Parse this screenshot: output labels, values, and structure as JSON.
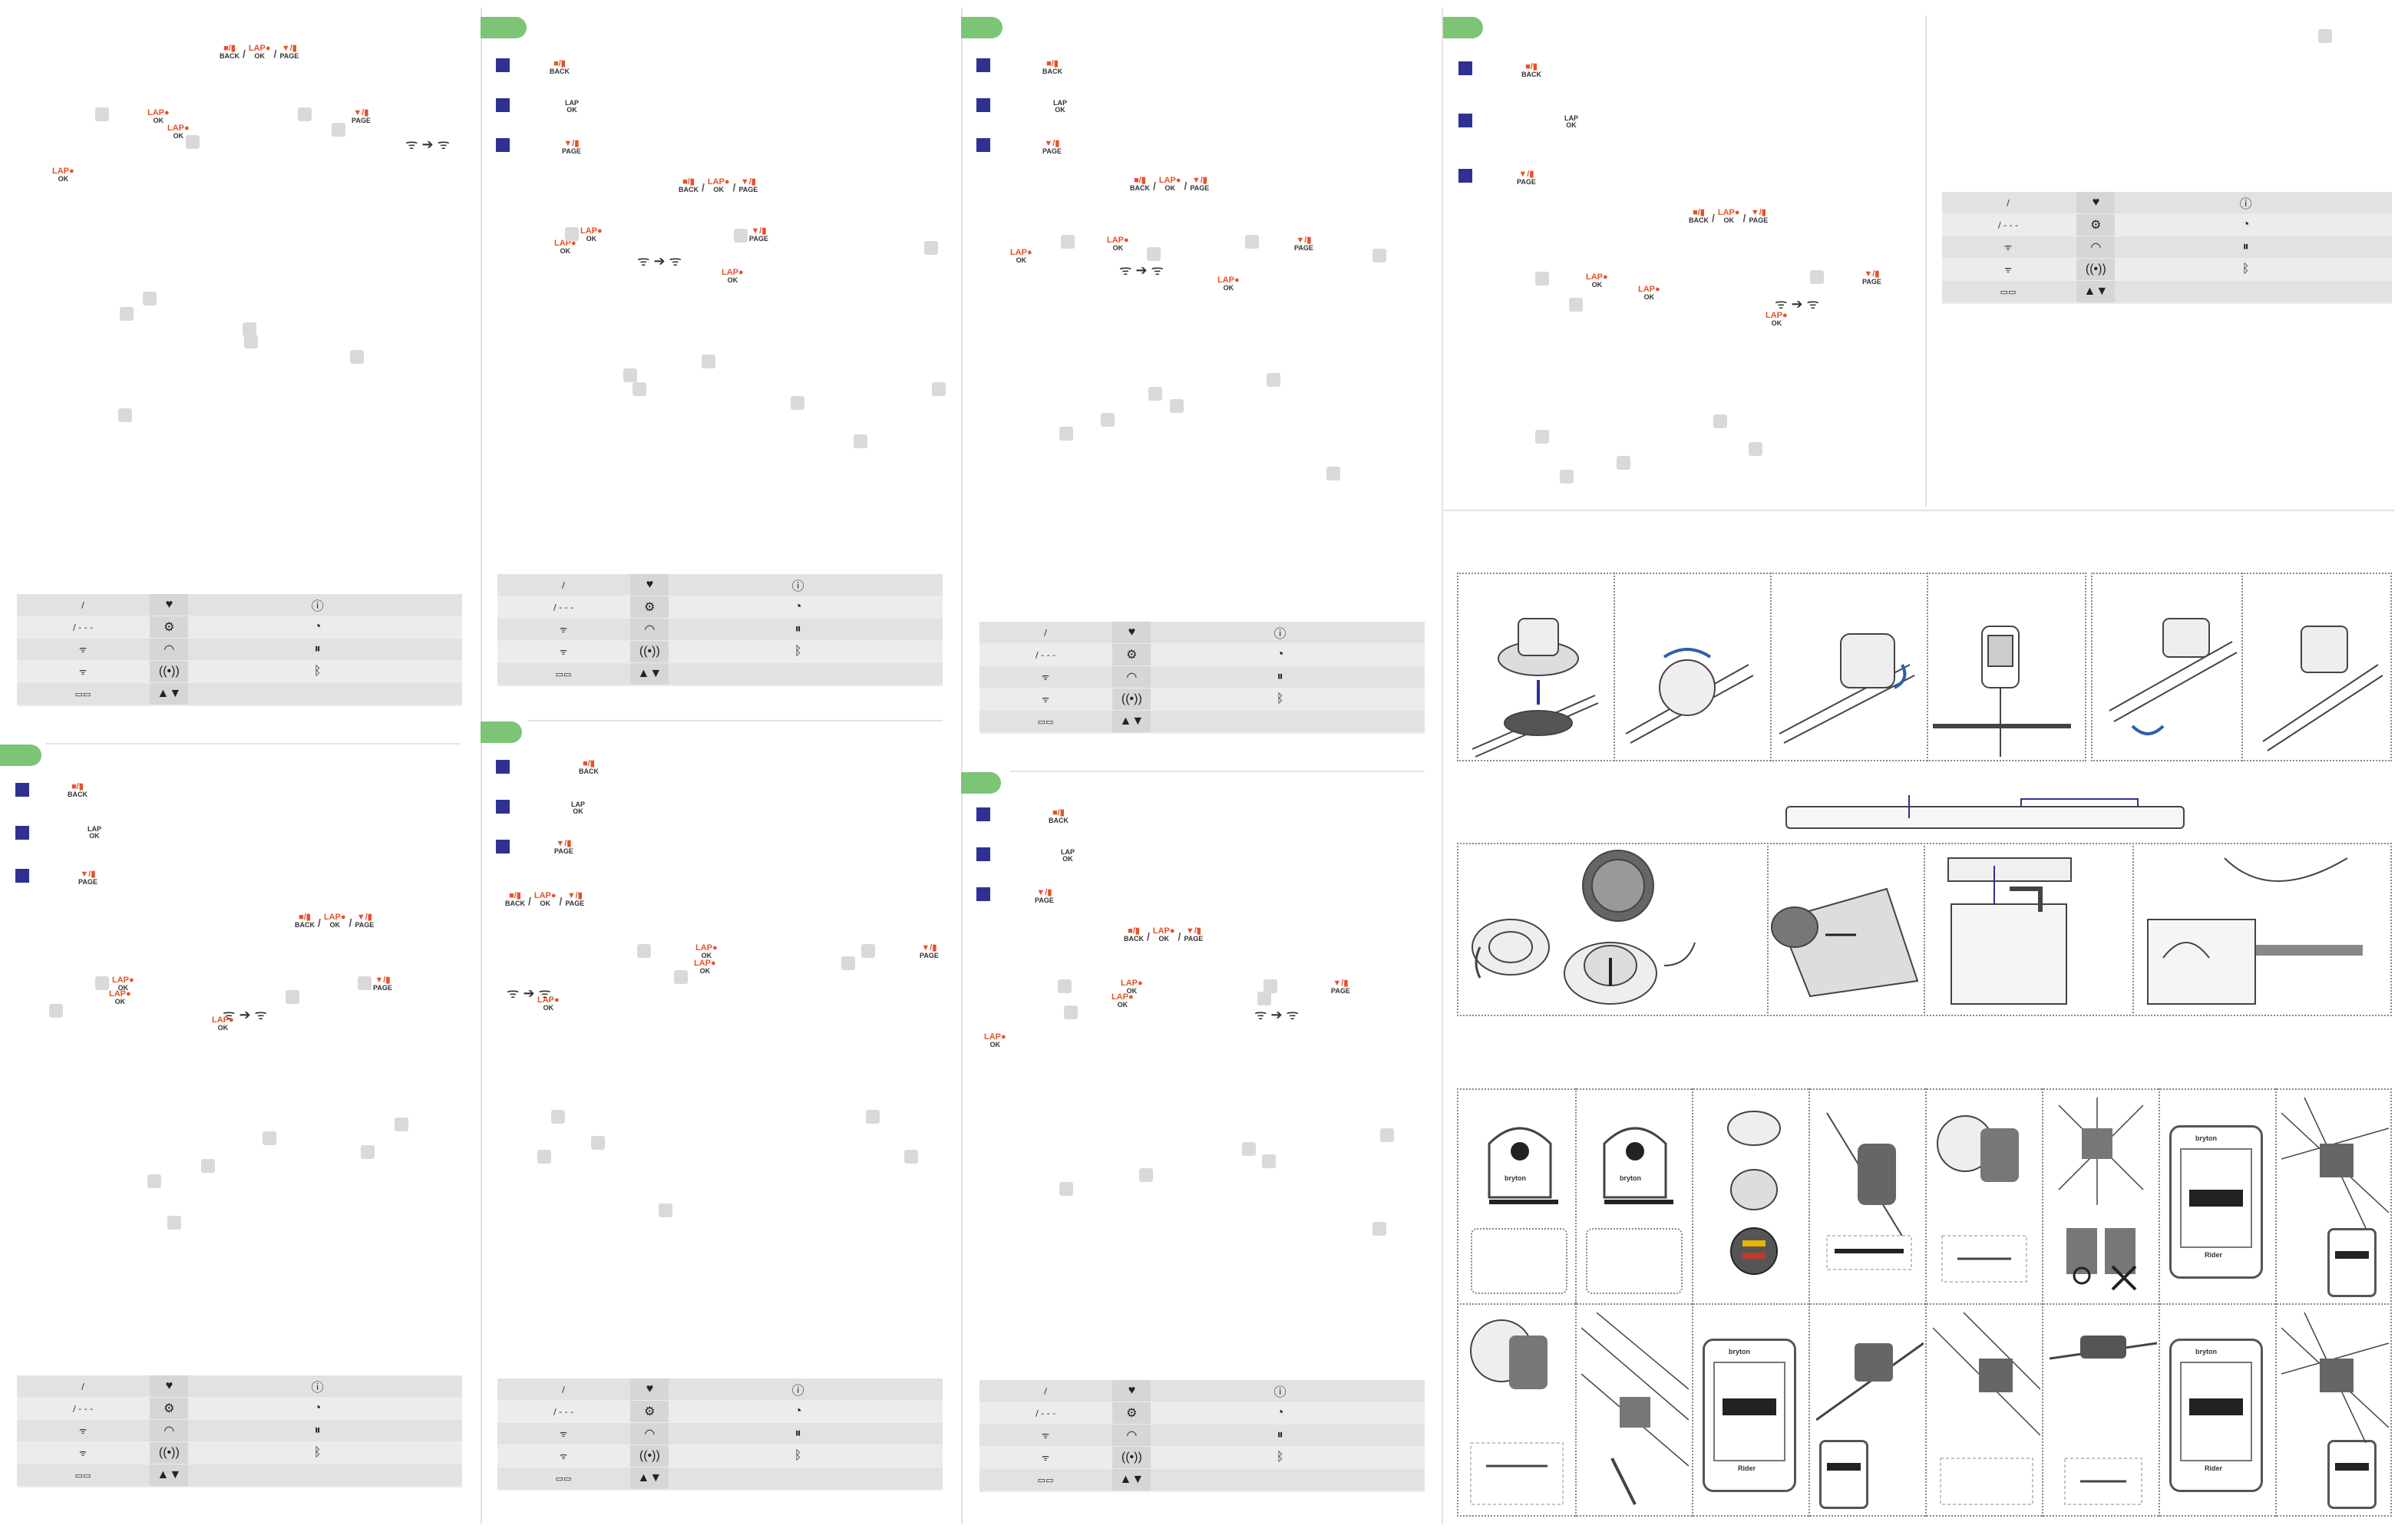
{
  "buttons": {
    "back_label": "BACK",
    "ok_label": "OK",
    "page_label": "PAGE",
    "lap_label": "LAP",
    "slash": "/"
  },
  "reference_table": {
    "rows": [
      {
        "c1_text": "/",
        "c2_icon": "♥",
        "c3_icon": "ⓘ"
      },
      {
        "c1_text": "/ - - -",
        "c2_icon": "⚙",
        "c3_icon": "◔"
      },
      {
        "c1_text": "ᯤ",
        "c2_icon": "◠",
        "c3_icon": "⏸"
      },
      {
        "c1_text": "ᯤ",
        "c2_icon": "((•))",
        "c3_icon": "ᛒ"
      },
      {
        "c1_text": "▭▭",
        "c2_icon": "▲▼",
        "c3_icon": ""
      }
    ]
  },
  "arrows": {
    "sensor_to_signal": "➔"
  },
  "brand_label": "bryton",
  "device_label": "Rider",
  "colors": {
    "accent_green": "#7cc576",
    "square_blue": "#2e3192",
    "button_red": "#e8512a",
    "placeholder_gray": "#d9d9d9"
  }
}
